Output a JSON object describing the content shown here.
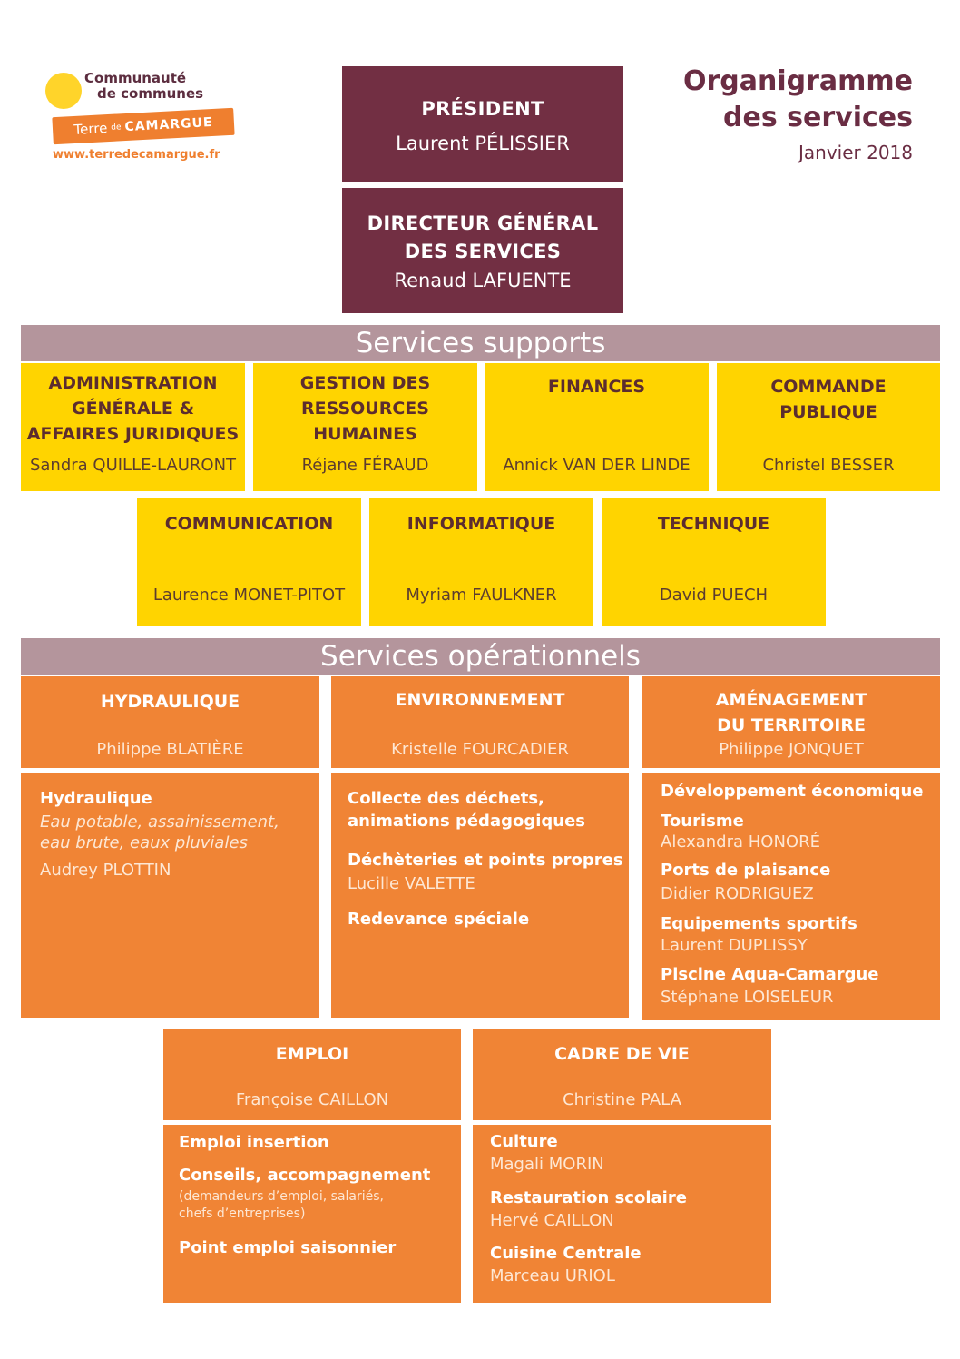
{
  "logo": {
    "line1": "Communauté",
    "line2": "de communes",
    "terre": "Terre",
    "de": "de",
    "camargue": "CAMARGUE",
    "url": "www.terredecamargue.fr"
  },
  "header": {
    "title_line1": "Organigramme",
    "title_line2": "des services",
    "date": "Janvier 2018"
  },
  "president": {
    "title": "PRÉSIDENT",
    "name": "Laurent PÉLISSIER"
  },
  "dgs": {
    "title_line1": "DIRECTEUR GÉNÉRAL",
    "title_line2": "DES SERVICES",
    "name": "Renaud LAFUENTE"
  },
  "support": {
    "band": "Services supports",
    "boxes": [
      {
        "title": [
          "ADMINISTRATION",
          "GÉNÉRALE &",
          "AFFAIRES JURIDIQUES"
        ],
        "name": "Sandra QUILLE-LAURONT"
      },
      {
        "title": [
          "GESTION DES",
          "RESSOURCES",
          "HUMAINES"
        ],
        "name": "Réjane FÉRAUD"
      },
      {
        "title": [
          "FINANCES"
        ],
        "name": "Annick VAN DER LINDE"
      },
      {
        "title": [
          "COMMANDE",
          "PUBLIQUE"
        ],
        "name": "Christel BESSER"
      },
      {
        "title": [
          "COMMUNICATION"
        ],
        "name": "Laurence MONET-PITOT"
      },
      {
        "title": [
          "INFORMATIQUE"
        ],
        "name": "Myriam FAULKNER"
      },
      {
        "title": [
          "TECHNIQUE"
        ],
        "name": "David PUECH"
      }
    ]
  },
  "operational": {
    "band": "Services opérationnels",
    "hydraulique": {
      "title": [
        "HYDRAULIQUE"
      ],
      "name": "Philippe BLATIÈRE",
      "details": {
        "heading": "Hydraulique",
        "italic1": "Eau potable, assainissement,",
        "italic2": "eau brute, eaux pluviales",
        "person": "Audrey PLOTTIN"
      }
    },
    "environnement": {
      "title": [
        "ENVIRONNEMENT"
      ],
      "name": "Kristelle FOURCADIER",
      "details": {
        "item1_line1": "Collecte des déchets,",
        "item1_line2": "animations pédagogiques",
        "item2": "Déchèteries et points propres",
        "item2_person": "Lucille VALETTE",
        "item3": "Redevance spéciale"
      }
    },
    "amenagement": {
      "title": [
        "AMÉNAGEMENT",
        "DU TERRITOIRE"
      ],
      "name": "Philippe JONQUET",
      "details": {
        "item1": "Développement économique",
        "item2": "Tourisme",
        "item2_person": "Alexandra HONORÉ",
        "item3": "Ports de plaisance",
        "item3_person": "Didier RODRIGUEZ",
        "item4": "Equipements sportifs",
        "item4_person": "Laurent DUPLISSY",
        "item5": "Piscine Aqua-Camargue",
        "item5_person": "Stéphane LOISELEUR"
      }
    },
    "emploi": {
      "title": [
        "EMPLOI"
      ],
      "name": "Françoise CAILLON",
      "details": {
        "item1": "Emploi insertion",
        "item2": "Conseils, accompagnement",
        "item2_note1": "(demandeurs d’emploi, salariés,",
        "item2_note2": "chefs d’entreprises)",
        "item3": "Point emploi saisonnier"
      }
    },
    "cadre_de_vie": {
      "title": [
        "CADRE DE VIE"
      ],
      "name": "Christine PALA",
      "details": {
        "item1": "Culture",
        "item1_person": "Magali MORIN",
        "item2": "Restauration scolaire",
        "item2_person": "Hervé CAILLON",
        "item3": "Cuisine Centrale",
        "item3_person": "Marceau URIOL"
      }
    }
  },
  "colors": {
    "top_box": "#722f43",
    "band": "#b4959c",
    "support_box": "#ffd400",
    "operational_box": "#f08435",
    "title_text": "#6a2d43",
    "logo_orange": "#ef7f2f",
    "logo_sun": "#ffd42a"
  }
}
